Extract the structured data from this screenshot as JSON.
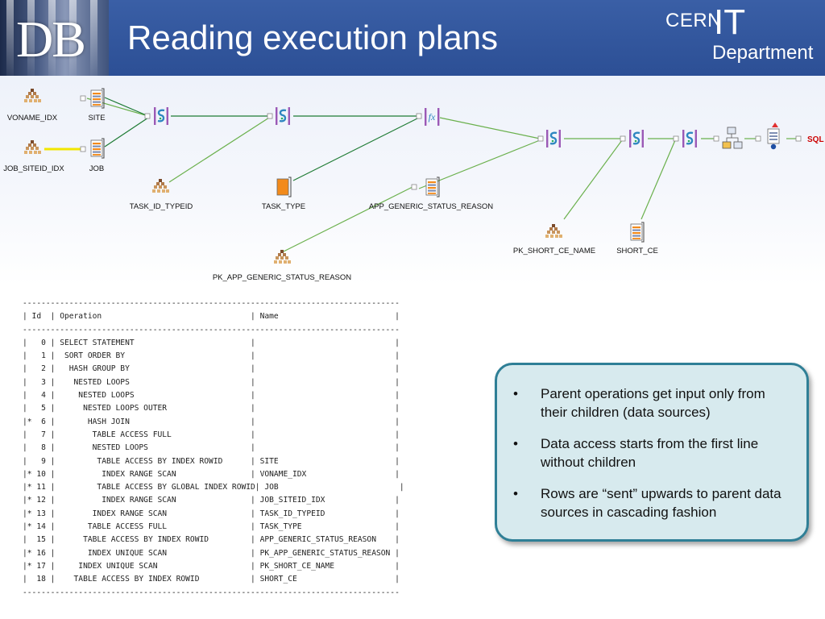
{
  "header": {
    "logo_text": "DB",
    "title": "Reading execution plans",
    "cern_word": "CERN",
    "it_word": "IT",
    "department_word": "Department"
  },
  "diagram": {
    "nodes": {
      "voname_idx": "VONAME_IDX",
      "site": "SITE",
      "job_siteid_idx": "JOB_SITEID_IDX",
      "job": "JOB",
      "task_id_typeid": "TASK_ID_TYPEID",
      "task_type": "TASK_TYPE",
      "app_generic_status_reason": "APP_GENERIC_STATUS_REASON",
      "pk_app_generic_status_reason": "PK_APP_GENERIC_STATUS_REASON",
      "pk_short_ce_name": "PK_SHORT_CE_NAME",
      "short_ce": "SHORT_CE",
      "sql": "SQL"
    },
    "colors": {
      "edge": "#6ab04c",
      "highlight": "#f2e600"
    }
  },
  "plan_table": {
    "lines": [
      "---------------------------------------------------------------------------------",
      "| Id  | Operation                                | Name                         |",
      "---------------------------------------------------------------------------------",
      "|   0 | SELECT STATEMENT                         |                              |",
      "|   1 |  SORT ORDER BY                           |                              |",
      "|   2 |   HASH GROUP BY                          |                              |",
      "|   3 |    NESTED LOOPS                          |                              |",
      "|   4 |     NESTED LOOPS                         |                              |",
      "|   5 |      NESTED LOOPS OUTER                  |                              |",
      "|*  6 |       HASH JOIN                          |                              |",
      "|   7 |        TABLE ACCESS FULL                 |                              |",
      "|   8 |        NESTED LOOPS                      |                              |",
      "|   9 |         TABLE ACCESS BY INDEX ROWID      | SITE                         |",
      "|* 10 |          INDEX RANGE SCAN                | VONAME_IDX                   |",
      "|* 11 |         TABLE ACCESS BY GLOBAL INDEX ROWID| JOB                          |",
      "|* 12 |          INDEX RANGE SCAN                | JOB_SITEID_IDX               |",
      "|* 13 |        INDEX RANGE SCAN                  | TASK_ID_TYPEID               |",
      "|* 14 |       TABLE ACCESS FULL                  | TASK_TYPE                    |",
      "|  15 |      TABLE ACCESS BY INDEX ROWID         | APP_GENERIC_STATUS_REASON    |",
      "|* 16 |       INDEX UNIQUE SCAN                  | PK_APP_GENERIC_STATUS_REASON |",
      "|* 17 |     INDEX UNIQUE SCAN                    | PK_SHORT_CE_NAME             |",
      "|  18 |    TABLE ACCESS BY INDEX ROWID           | SHORT_CE                     |",
      "---------------------------------------------------------------------------------"
    ]
  },
  "callout": {
    "bullet_symbol": "•",
    "items": [
      "Parent operations get input only from their children (data sources)",
      "Data access starts from the first line without children",
      "Rows are “sent” upwards to parent data sources in cascading fashion"
    ]
  }
}
